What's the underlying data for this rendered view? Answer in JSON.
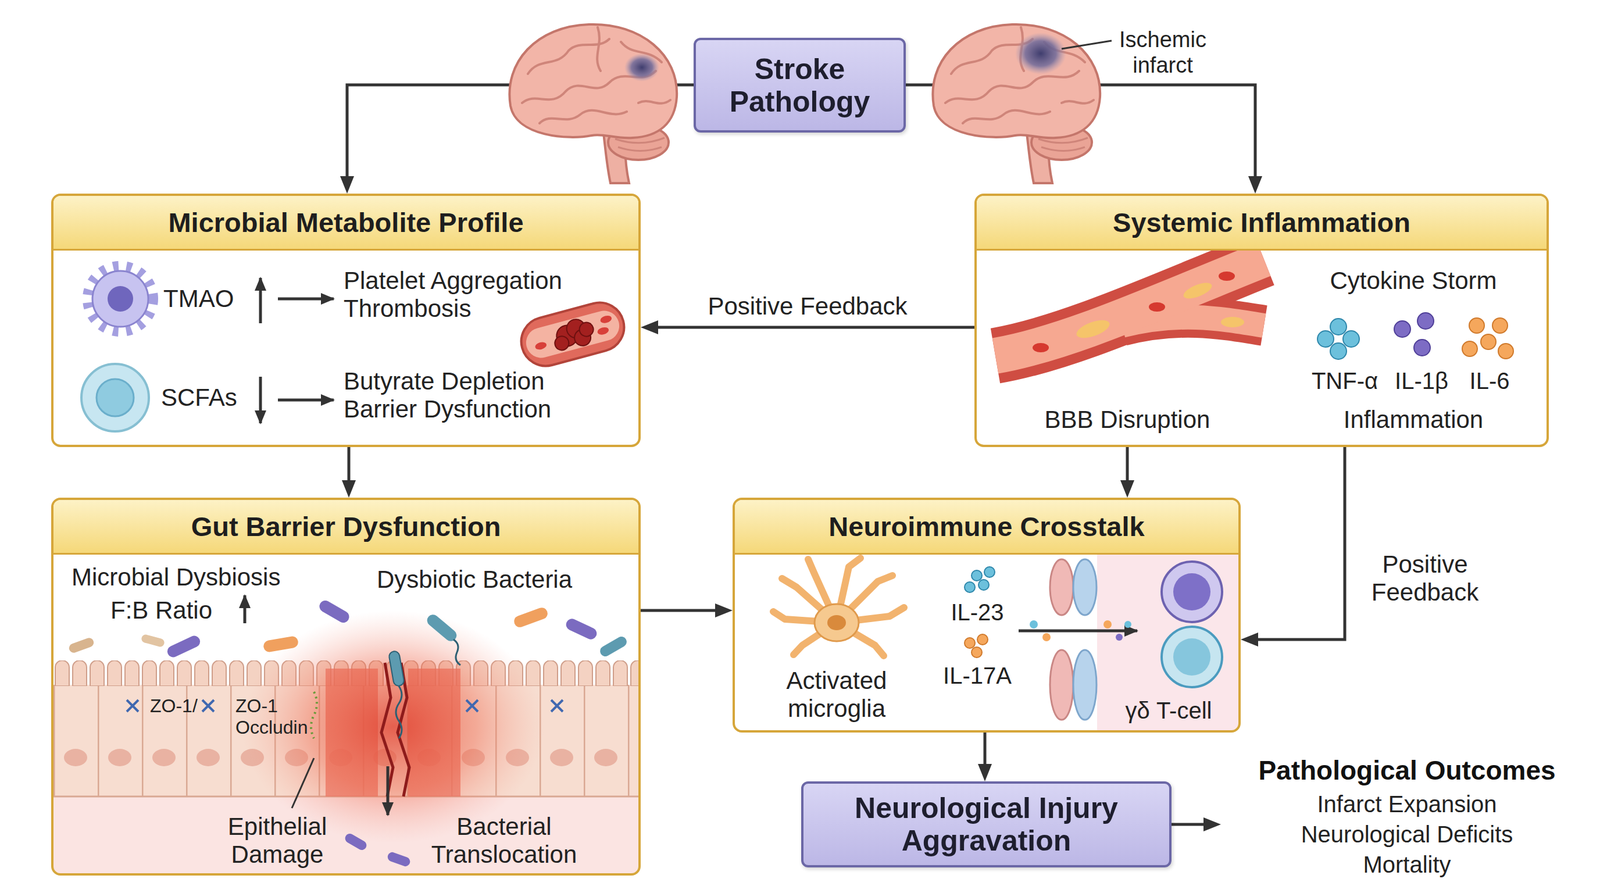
{
  "diagram": {
    "nodes": [
      {
        "text": [
          "Stroke Pathology"
        ]
      },
      {
        "text": [
          "Microbial Metabolite Profile"
        ]
      },
      {
        "text": [
          "Systemic Inflammation"
        ]
      },
      {
        "text": [
          "Gut Barrier Dysfunction"
        ]
      },
      {
        "text": [
          "Neuroimmune Crosstalk"
        ]
      },
      {
        "text": [
          "Neurological Injury Aggravation"
        ]
      },
      {
        "text": [
          "Pathological Outcomes",
          "Infarct Expansion",
          "Neurological Deficits",
          "Mortality"
        ]
      }
    ],
    "edges": [
      {
        "from": 0,
        "to": 1,
        "arrow": "to"
      },
      {
        "from": 0,
        "to": 2,
        "arrow": "to"
      },
      {
        "from": 2,
        "to": 1,
        "label": "Positive Feedback",
        "arrow": "to"
      },
      {
        "from": 1,
        "to": 3,
        "arrow": "to"
      },
      {
        "from": 2,
        "to": 4,
        "arrow": "to"
      },
      {
        "from": 2,
        "to": 4,
        "label": "Positive Feedback",
        "arrow": "to"
      },
      {
        "from": 3,
        "to": 4,
        "arrow": "to"
      },
      {
        "from": 4,
        "to": 5,
        "arrow": "to"
      },
      {
        "from": 5,
        "to": 6,
        "arrow": "to"
      }
    ],
    "labels": [
      "Ischemic infarct",
      "TMAO",
      "Platelet Aggregation Thrombosis",
      "SCFAs",
      "Butyrate Depletion Barrier Dysfunction",
      "Cytokine Storm",
      "TNF-α",
      "IL-1β",
      "IL-6",
      "BBB Disruption",
      "Inflammation",
      "Microbial Dysbiosis",
      "Dysbiotic Bacteria",
      "F:B Ratio",
      "ZO-1/",
      "ZO-1 Occludin",
      "Epithelial Damage",
      "Bacterial Translocation",
      "Activated microglia",
      "IL-23",
      "IL-17A",
      "γδ T-cell"
    ]
  }
}
